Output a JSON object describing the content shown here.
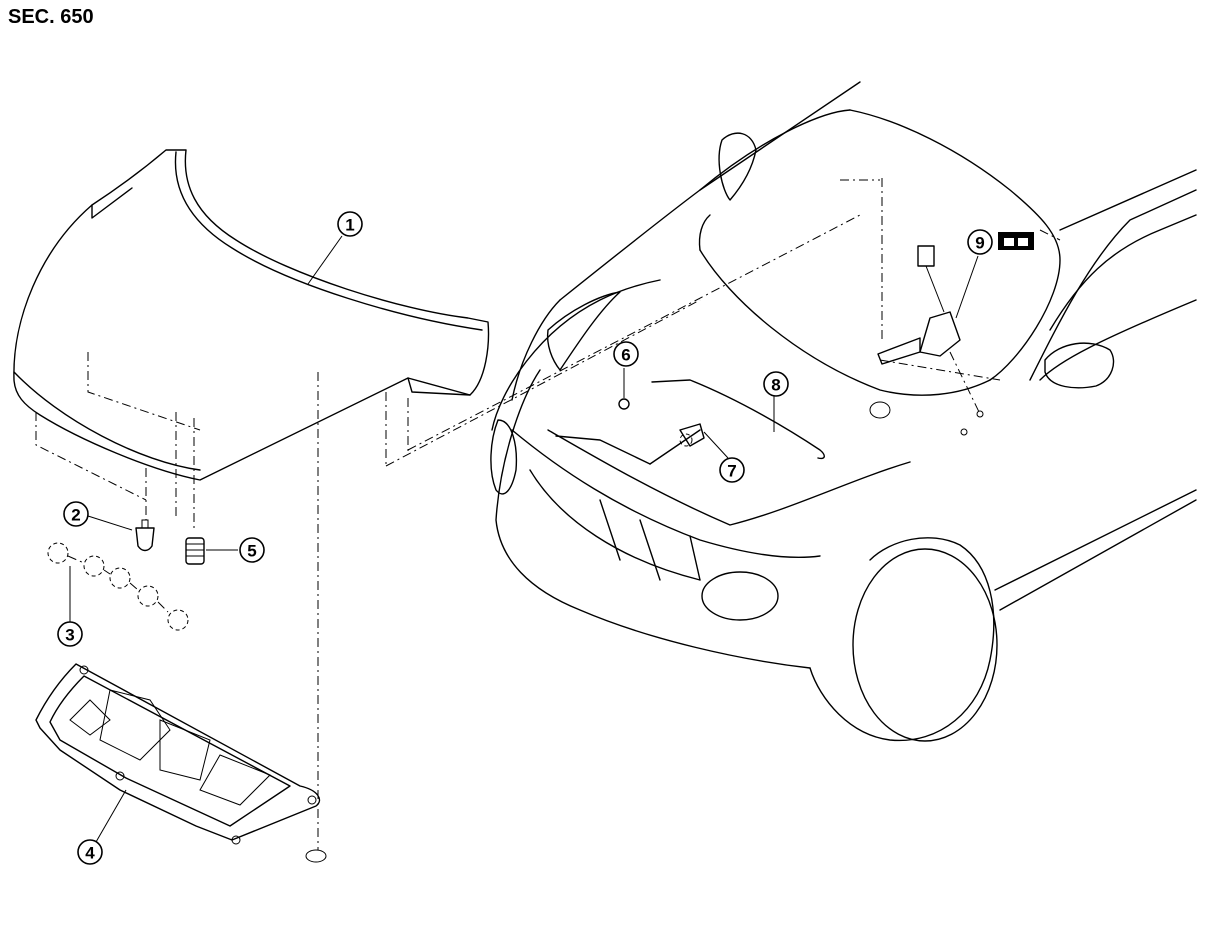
{
  "header": {
    "section_title": "SEC. 650"
  },
  "callouts": [
    {
      "number": "1"
    },
    {
      "number": "2"
    },
    {
      "number": "3"
    },
    {
      "number": "4"
    },
    {
      "number": "5"
    },
    {
      "number": "6"
    },
    {
      "number": "7"
    },
    {
      "number": "8"
    },
    {
      "number": "9"
    }
  ],
  "icons": {
    "torque_symbol": "torque-table-icon"
  }
}
